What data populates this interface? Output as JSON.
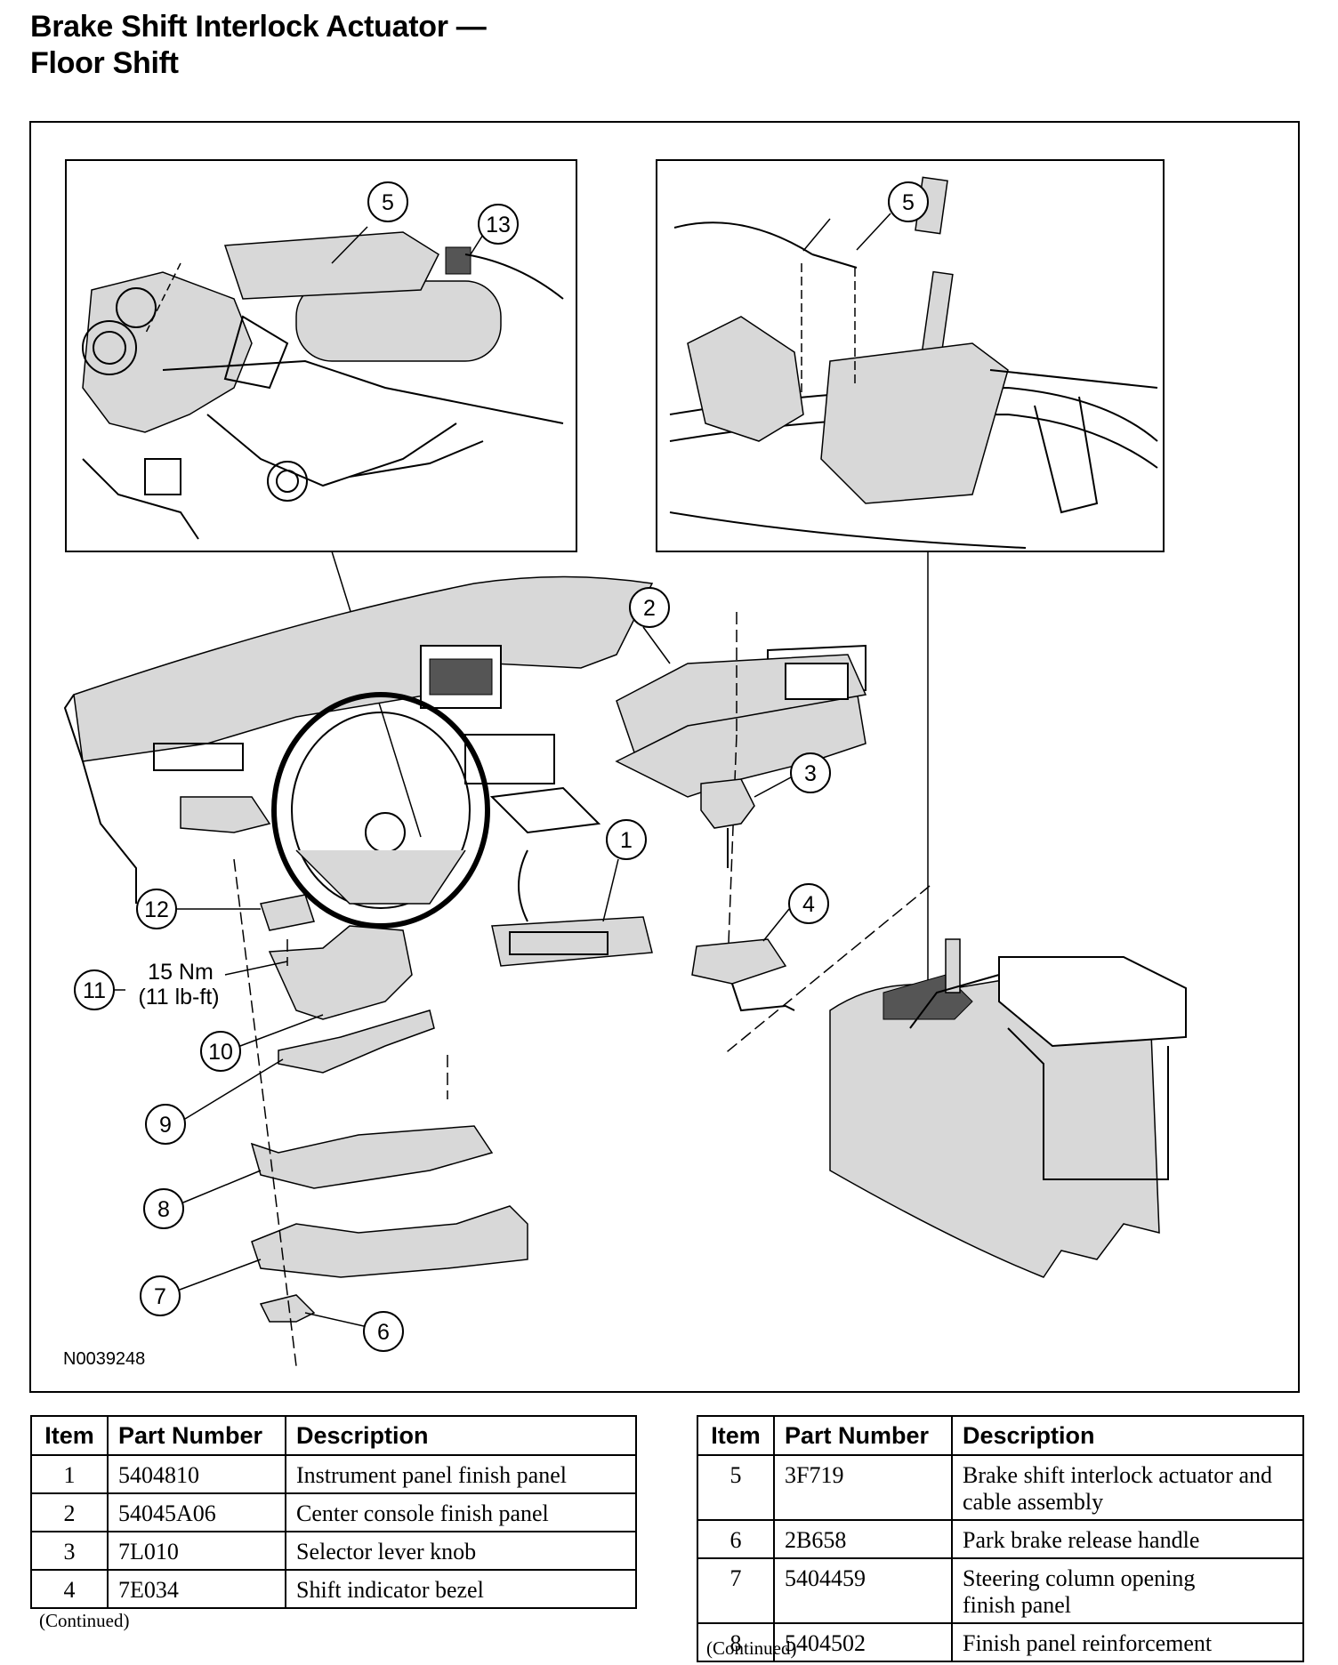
{
  "title": {
    "line1": "Brake Shift Interlock Actuator —",
    "line2": "Floor Shift"
  },
  "figure": {
    "figure_id": "N0039248",
    "torque_spec": {
      "nm": "15 Nm",
      "lbft": "(11 lb-ft)"
    },
    "callouts": [
      "1",
      "2",
      "3",
      "4",
      "5",
      "5",
      "6",
      "7",
      "8",
      "9",
      "10",
      "11",
      "12",
      "13"
    ]
  },
  "tables": [
    {
      "headers": [
        "Item",
        "Part Number",
        "Description"
      ],
      "rows": [
        {
          "item": "1",
          "part": "5404810",
          "desc": "Instrument panel finish panel"
        },
        {
          "item": "2",
          "part": "54045A06",
          "desc": "Center console finish panel"
        },
        {
          "item": "3",
          "part": "7L010",
          "desc": "Selector lever knob"
        },
        {
          "item": "4",
          "part": "7E034",
          "desc": "Shift indicator bezel"
        }
      ],
      "continued": "(Continued)"
    },
    {
      "headers": [
        "Item",
        "Part Number",
        "Description"
      ],
      "rows": [
        {
          "item": "5",
          "part": "3F719",
          "desc": "Brake shift interlock actuator and cable assembly"
        },
        {
          "item": "6",
          "part": "2B658",
          "desc": "Park brake release handle"
        },
        {
          "item": "7",
          "part": "5404459",
          "desc": "Steering column opening finish panel"
        },
        {
          "item": "8",
          "part": "5404502",
          "desc": "Finish panel reinforcement"
        }
      ],
      "continued": "(Continued)"
    }
  ]
}
